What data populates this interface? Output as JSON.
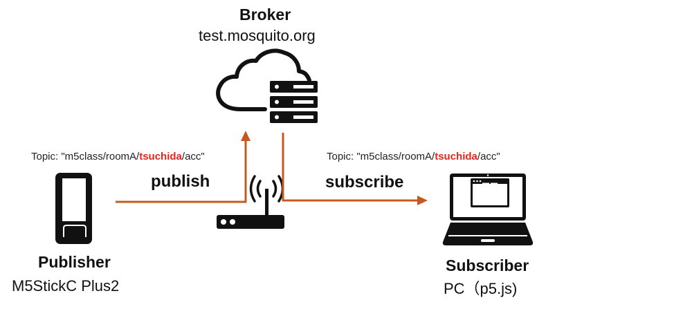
{
  "broker": {
    "title": "Broker",
    "host": "test.mosquito.org",
    "icon": "cloud-server-icon"
  },
  "publisher": {
    "title": "Publisher",
    "device": "M5StickC Plus2",
    "icon": "m5stick-device-icon",
    "topic": {
      "prefix": "Topic: \"m5class/roomA/",
      "highlight": "tsuchida",
      "suffix": "/acc\""
    },
    "action": "publish"
  },
  "subscriber": {
    "title": "Subscriber",
    "device": "PC（p5.js)",
    "icon": "laptop-icon",
    "topic": {
      "prefix": "Topic: \"m5class/roomA/",
      "highlight": "tsuchida",
      "suffix": "/acc\""
    },
    "action": "subscribe"
  },
  "router": {
    "icon": "wifi-router-icon"
  },
  "colors": {
    "arrow": "#c65a1e",
    "highlight": "#e8231e",
    "icon": "#111111"
  }
}
